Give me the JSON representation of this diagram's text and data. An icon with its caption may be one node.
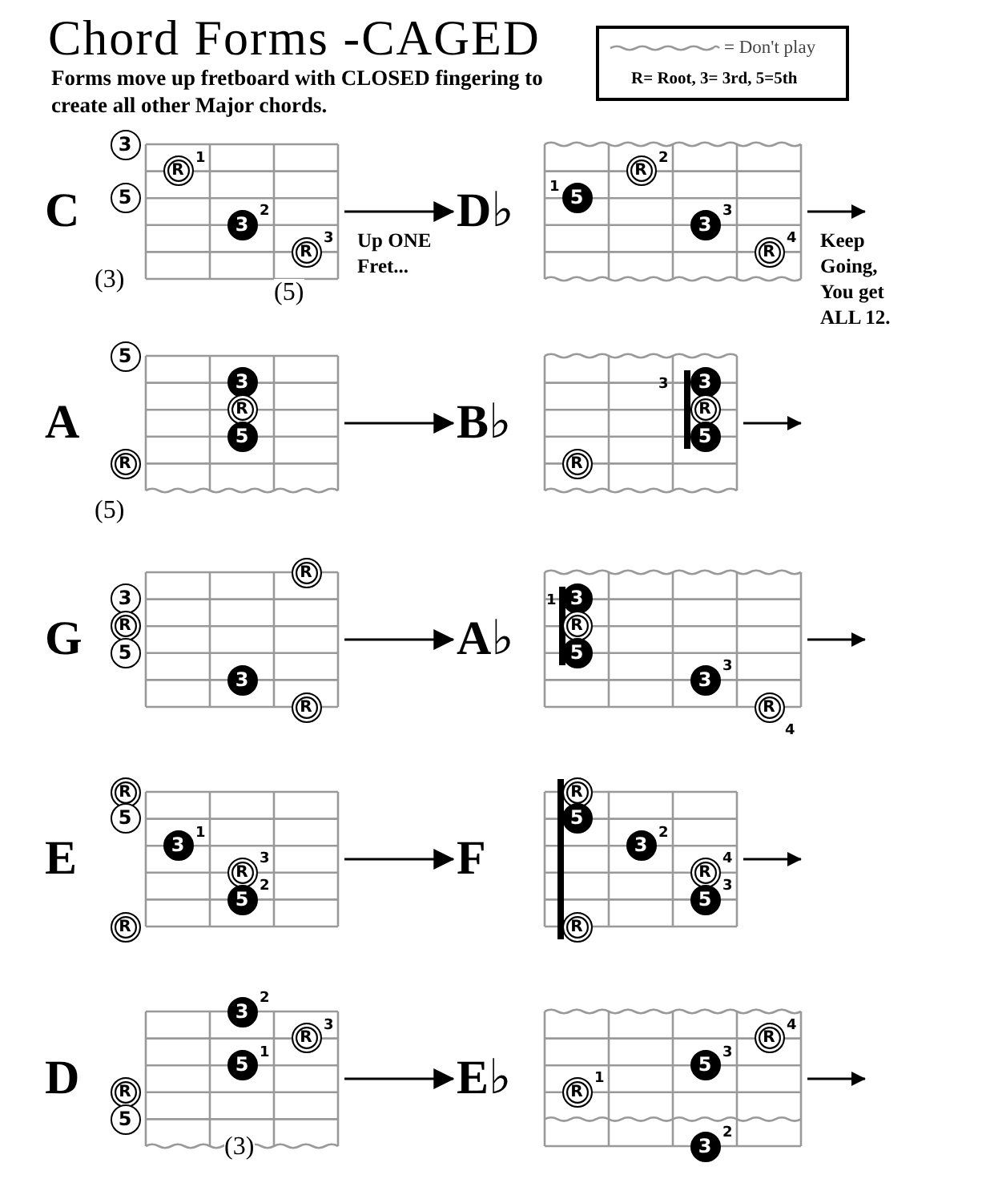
{
  "diagram": {
    "title": "Chord Forms -CAGED",
    "nodes": [
      {
        "text": [
          "C"
        ],
        "beside": [
          "(3)",
          "(5)"
        ]
      },
      {
        "text": [
          "3"
        ],
        "in": 0
      },
      {
        "text": [
          "R"
        ],
        "in": 0,
        "beside": [
          "1"
        ]
      },
      {
        "text": [
          "5"
        ],
        "in": 0
      },
      {
        "text": [
          "3"
        ],
        "in": 0,
        "beside": [
          "2"
        ]
      },
      {
        "text": [
          "R"
        ],
        "in": 0,
        "beside": [
          "3"
        ]
      },
      {
        "text": [
          "D♭"
        ]
      },
      {
        "text": [
          "R"
        ],
        "in": 6,
        "beside": [
          "2"
        ]
      },
      {
        "text": [
          "5"
        ],
        "in": 6,
        "beside": [
          "1"
        ]
      },
      {
        "text": [
          "3"
        ],
        "in": 6,
        "beside": [
          "3"
        ]
      },
      {
        "text": [
          "R"
        ],
        "in": 6,
        "beside": [
          "4"
        ]
      },
      {
        "text": [
          "A"
        ],
        "beside": [
          "(5)"
        ]
      },
      {
        "text": [
          "5"
        ],
        "in": 11
      },
      {
        "text": [
          "3"
        ],
        "in": 11
      },
      {
        "text": [
          "R"
        ],
        "in": 11
      },
      {
        "text": [
          "5"
        ],
        "in": 11
      },
      {
        "text": [
          "R"
        ],
        "in": 11
      },
      {
        "text": [
          "B♭"
        ]
      },
      {
        "text": [
          "3"
        ],
        "in": 17,
        "beside": [
          "3"
        ]
      },
      {
        "text": [
          "R"
        ],
        "in": 17
      },
      {
        "text": [
          "5"
        ],
        "in": 17
      },
      {
        "text": [
          "R"
        ],
        "in": 17
      },
      {
        "text": [
          "G"
        ]
      },
      {
        "text": [
          "R"
        ],
        "in": 22
      },
      {
        "text": [
          "3"
        ],
        "in": 22
      },
      {
        "text": [
          "R"
        ],
        "in": 22
      },
      {
        "text": [
          "5"
        ],
        "in": 22
      },
      {
        "text": [
          "3"
        ],
        "in": 22
      },
      {
        "text": [
          "R"
        ],
        "in": 22
      },
      {
        "text": [
          "A♭"
        ]
      },
      {
        "text": [
          "3"
        ],
        "in": 29,
        "beside": [
          "1"
        ]
      },
      {
        "text": [
          "R"
        ],
        "in": 29
      },
      {
        "text": [
          "5"
        ],
        "in": 29
      },
      {
        "text": [
          "3"
        ],
        "in": 29,
        "beside": [
          "3"
        ]
      },
      {
        "text": [
          "R"
        ],
        "in": 29,
        "beside": [
          "4"
        ]
      },
      {
        "text": [
          "E"
        ]
      },
      {
        "text": [
          "R"
        ],
        "in": 35
      },
      {
        "text": [
          "5"
        ],
        "in": 35
      },
      {
        "text": [
          "3"
        ],
        "in": 35,
        "beside": [
          "1"
        ]
      },
      {
        "text": [
          "R"
        ],
        "in": 35,
        "beside": [
          "3"
        ]
      },
      {
        "text": [
          "5"
        ],
        "in": 35,
        "beside": [
          "2"
        ]
      },
      {
        "text": [
          "R"
        ],
        "in": 35
      },
      {
        "text": [
          "F"
        ]
      },
      {
        "text": [
          "R"
        ],
        "in": 42
      },
      {
        "text": [
          "5"
        ],
        "in": 42
      },
      {
        "text": [
          "3"
        ],
        "in": 42,
        "beside": [
          "2"
        ]
      },
      {
        "text": [
          "R"
        ],
        "in": 42,
        "beside": [
          "4"
        ]
      },
      {
        "text": [
          "5"
        ],
        "in": 42,
        "beside": [
          "3"
        ]
      },
      {
        "text": [
          "R"
        ],
        "in": 42
      },
      {
        "text": [
          "D"
        ],
        "beside": [
          "(3)"
        ]
      },
      {
        "text": [
          "3"
        ],
        "in": 49,
        "beside": [
          "2"
        ]
      },
      {
        "text": [
          "R"
        ],
        "in": 49,
        "beside": [
          "3"
        ]
      },
      {
        "text": [
          "5"
        ],
        "in": 49,
        "beside": [
          "1"
        ]
      },
      {
        "text": [
          "R"
        ],
        "in": 49
      },
      {
        "text": [
          "5"
        ],
        "in": 49
      },
      {
        "text": [
          "E♭"
        ]
      },
      {
        "text": [
          "R"
        ],
        "in": 55,
        "beside": [
          "4"
        ]
      },
      {
        "text": [
          "5"
        ],
        "in": 55,
        "beside": [
          "3"
        ]
      },
      {
        "text": [
          "R"
        ],
        "in": 55,
        "beside": [
          "1"
        ]
      },
      {
        "text": [
          "3"
        ],
        "in": 55,
        "beside": [
          "2"
        ]
      }
    ],
    "edges": [
      {
        "from": 0,
        "to": 6,
        "arrow": "to",
        "label": "Up ONE Fret..."
      },
      {
        "from": 6,
        "to": null,
        "arrow": "to",
        "label": "Keep Going, You get ALL 12."
      },
      {
        "from": 11,
        "to": 17,
        "arrow": "to"
      },
      {
        "from": 17,
        "to": null,
        "arrow": "to"
      },
      {
        "from": 22,
        "to": 29,
        "arrow": "to"
      },
      {
        "from": 29,
        "to": null,
        "arrow": "to"
      },
      {
        "from": 35,
        "to": 42,
        "arrow": "to"
      },
      {
        "from": 42,
        "to": null,
        "arrow": "to"
      },
      {
        "from": 49,
        "to": 55,
        "arrow": "to"
      },
      {
        "from": 55,
        "to": null,
        "arrow": "to"
      }
    ],
    "labels": [
      "Forms move up fretboard with CLOSED fingering to create all other Major chords."
    ],
    "legend": [
      {
        "text": "= Don't play"
      },
      {
        "text": "R= Root, 3= 3rd, 5=5th"
      }
    ]
  }
}
